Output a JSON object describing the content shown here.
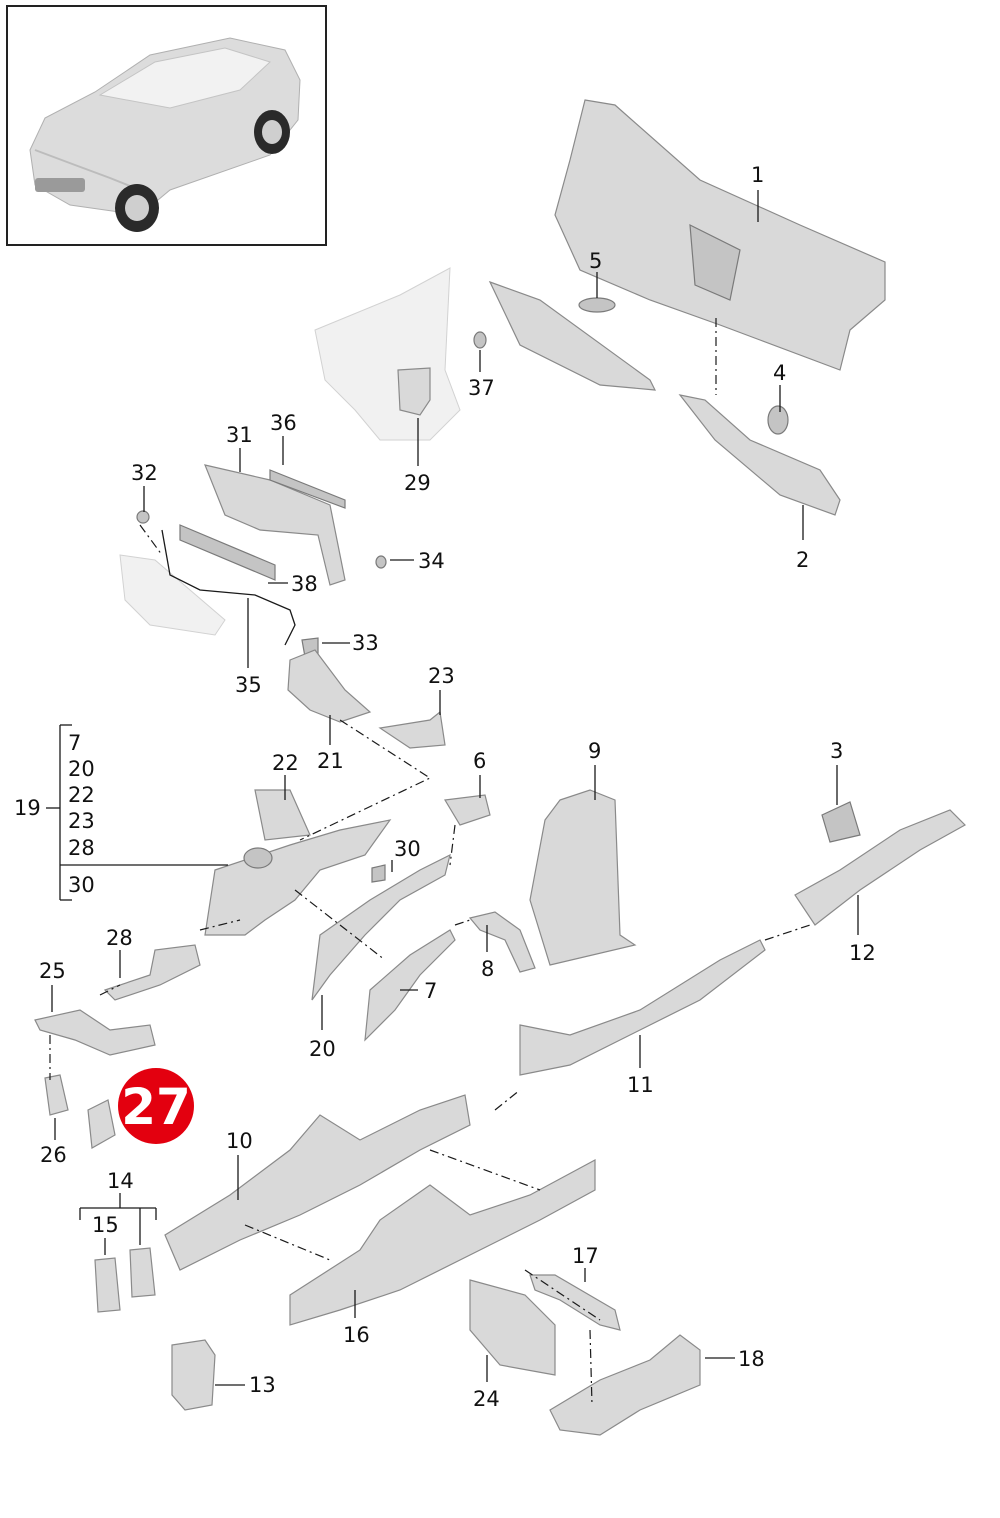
{
  "labels": {
    "p1": "1",
    "p2": "2",
    "p3": "3",
    "p4": "4",
    "p5": "5",
    "p6": "6",
    "p7": "7",
    "p8": "8",
    "p9": "9",
    "p10": "10",
    "p11": "11",
    "p12": "12",
    "p13": "13",
    "p14": "14",
    "p15": "15",
    "p16": "16",
    "p17": "17",
    "p18": "18",
    "p19": "19",
    "p20": "20",
    "p21": "21",
    "p22": "22",
    "p23": "23",
    "p24": "24",
    "p25": "25",
    "p26": "26",
    "p28": "28",
    "p29": "29",
    "p30": "30",
    "p31": "31",
    "p32": "32",
    "p33": "33",
    "p34": "34",
    "p35": "35",
    "p36": "36",
    "p37": "37",
    "p38": "38"
  },
  "group19": {
    "items": [
      "7",
      "20",
      "22",
      "23",
      "28"
    ],
    "extra": "30"
  },
  "highlight": {
    "label": "27",
    "color": "#e3000f"
  },
  "colors": {
    "part_fill": "#d9d9d9",
    "line": "#1a1a1a"
  }
}
